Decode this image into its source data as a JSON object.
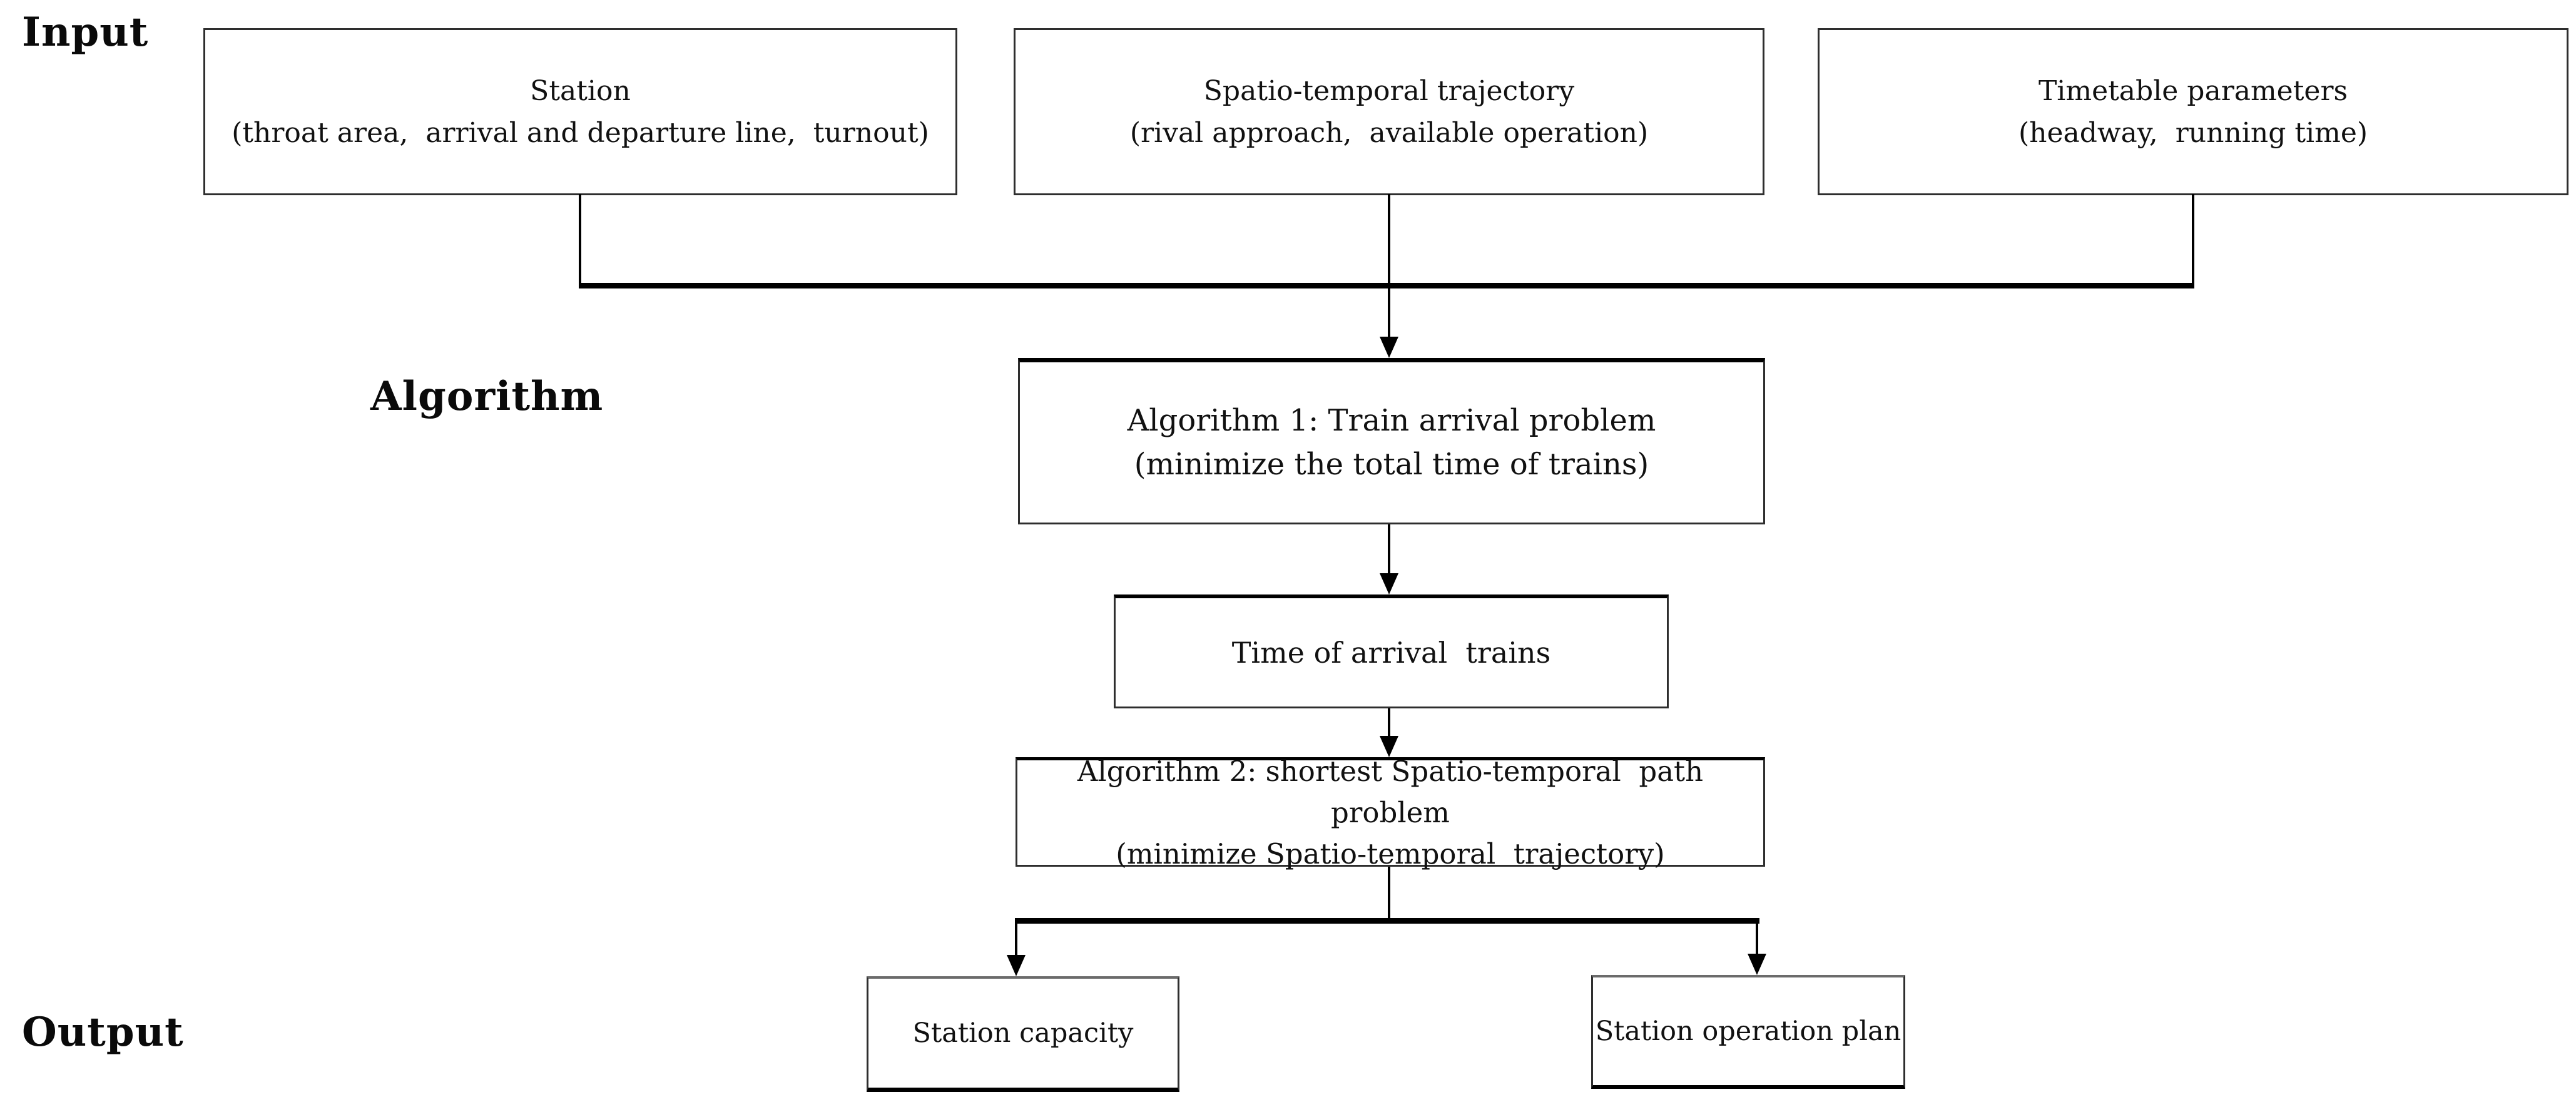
{
  "diagram": {
    "type": "flowchart",
    "colors": {
      "background": "#ffffff",
      "line": "#000000",
      "box_border": "#2e2e2e",
      "text": "#111111"
    },
    "section_labels": {
      "input": "Input",
      "algorithm": "Algorithm",
      "output": "Output"
    },
    "nodes": {
      "station": {
        "title": "Station",
        "subtitle": "(throat area,  arrival and departure line,  turnout)"
      },
      "spatio_temporal_trajectory": {
        "title": "Spatio-temporal trajectory",
        "subtitle": "(rival approach,  available operation)"
      },
      "timetable_parameters": {
        "title": "Timetable parameters",
        "subtitle": "(headway,  running time)"
      },
      "algorithm_1": {
        "title": "Algorithm 1: Train arrival problem",
        "subtitle": "(minimize the total time of trains)"
      },
      "time_of_arrival_trains": {
        "title": "Time of arrival  trains"
      },
      "algorithm_2": {
        "title": "Algorithm 2: shortest Spatio-temporal  path  problem",
        "subtitle": "(minimize Spatio-temporal  trajectory)"
      },
      "station_capacity": {
        "title": "Station capacity"
      },
      "station_operation_plan": {
        "title": "Station operation plan"
      }
    },
    "edges": [
      "station -> algorithm_1",
      "spatio_temporal_trajectory -> algorithm_1",
      "timetable_parameters -> algorithm_1",
      "algorithm_1 -> time_of_arrival_trains",
      "time_of_arrival_trains -> algorithm_2",
      "algorithm_2 -> station_capacity",
      "algorithm_2 -> station_operation_plan"
    ]
  }
}
